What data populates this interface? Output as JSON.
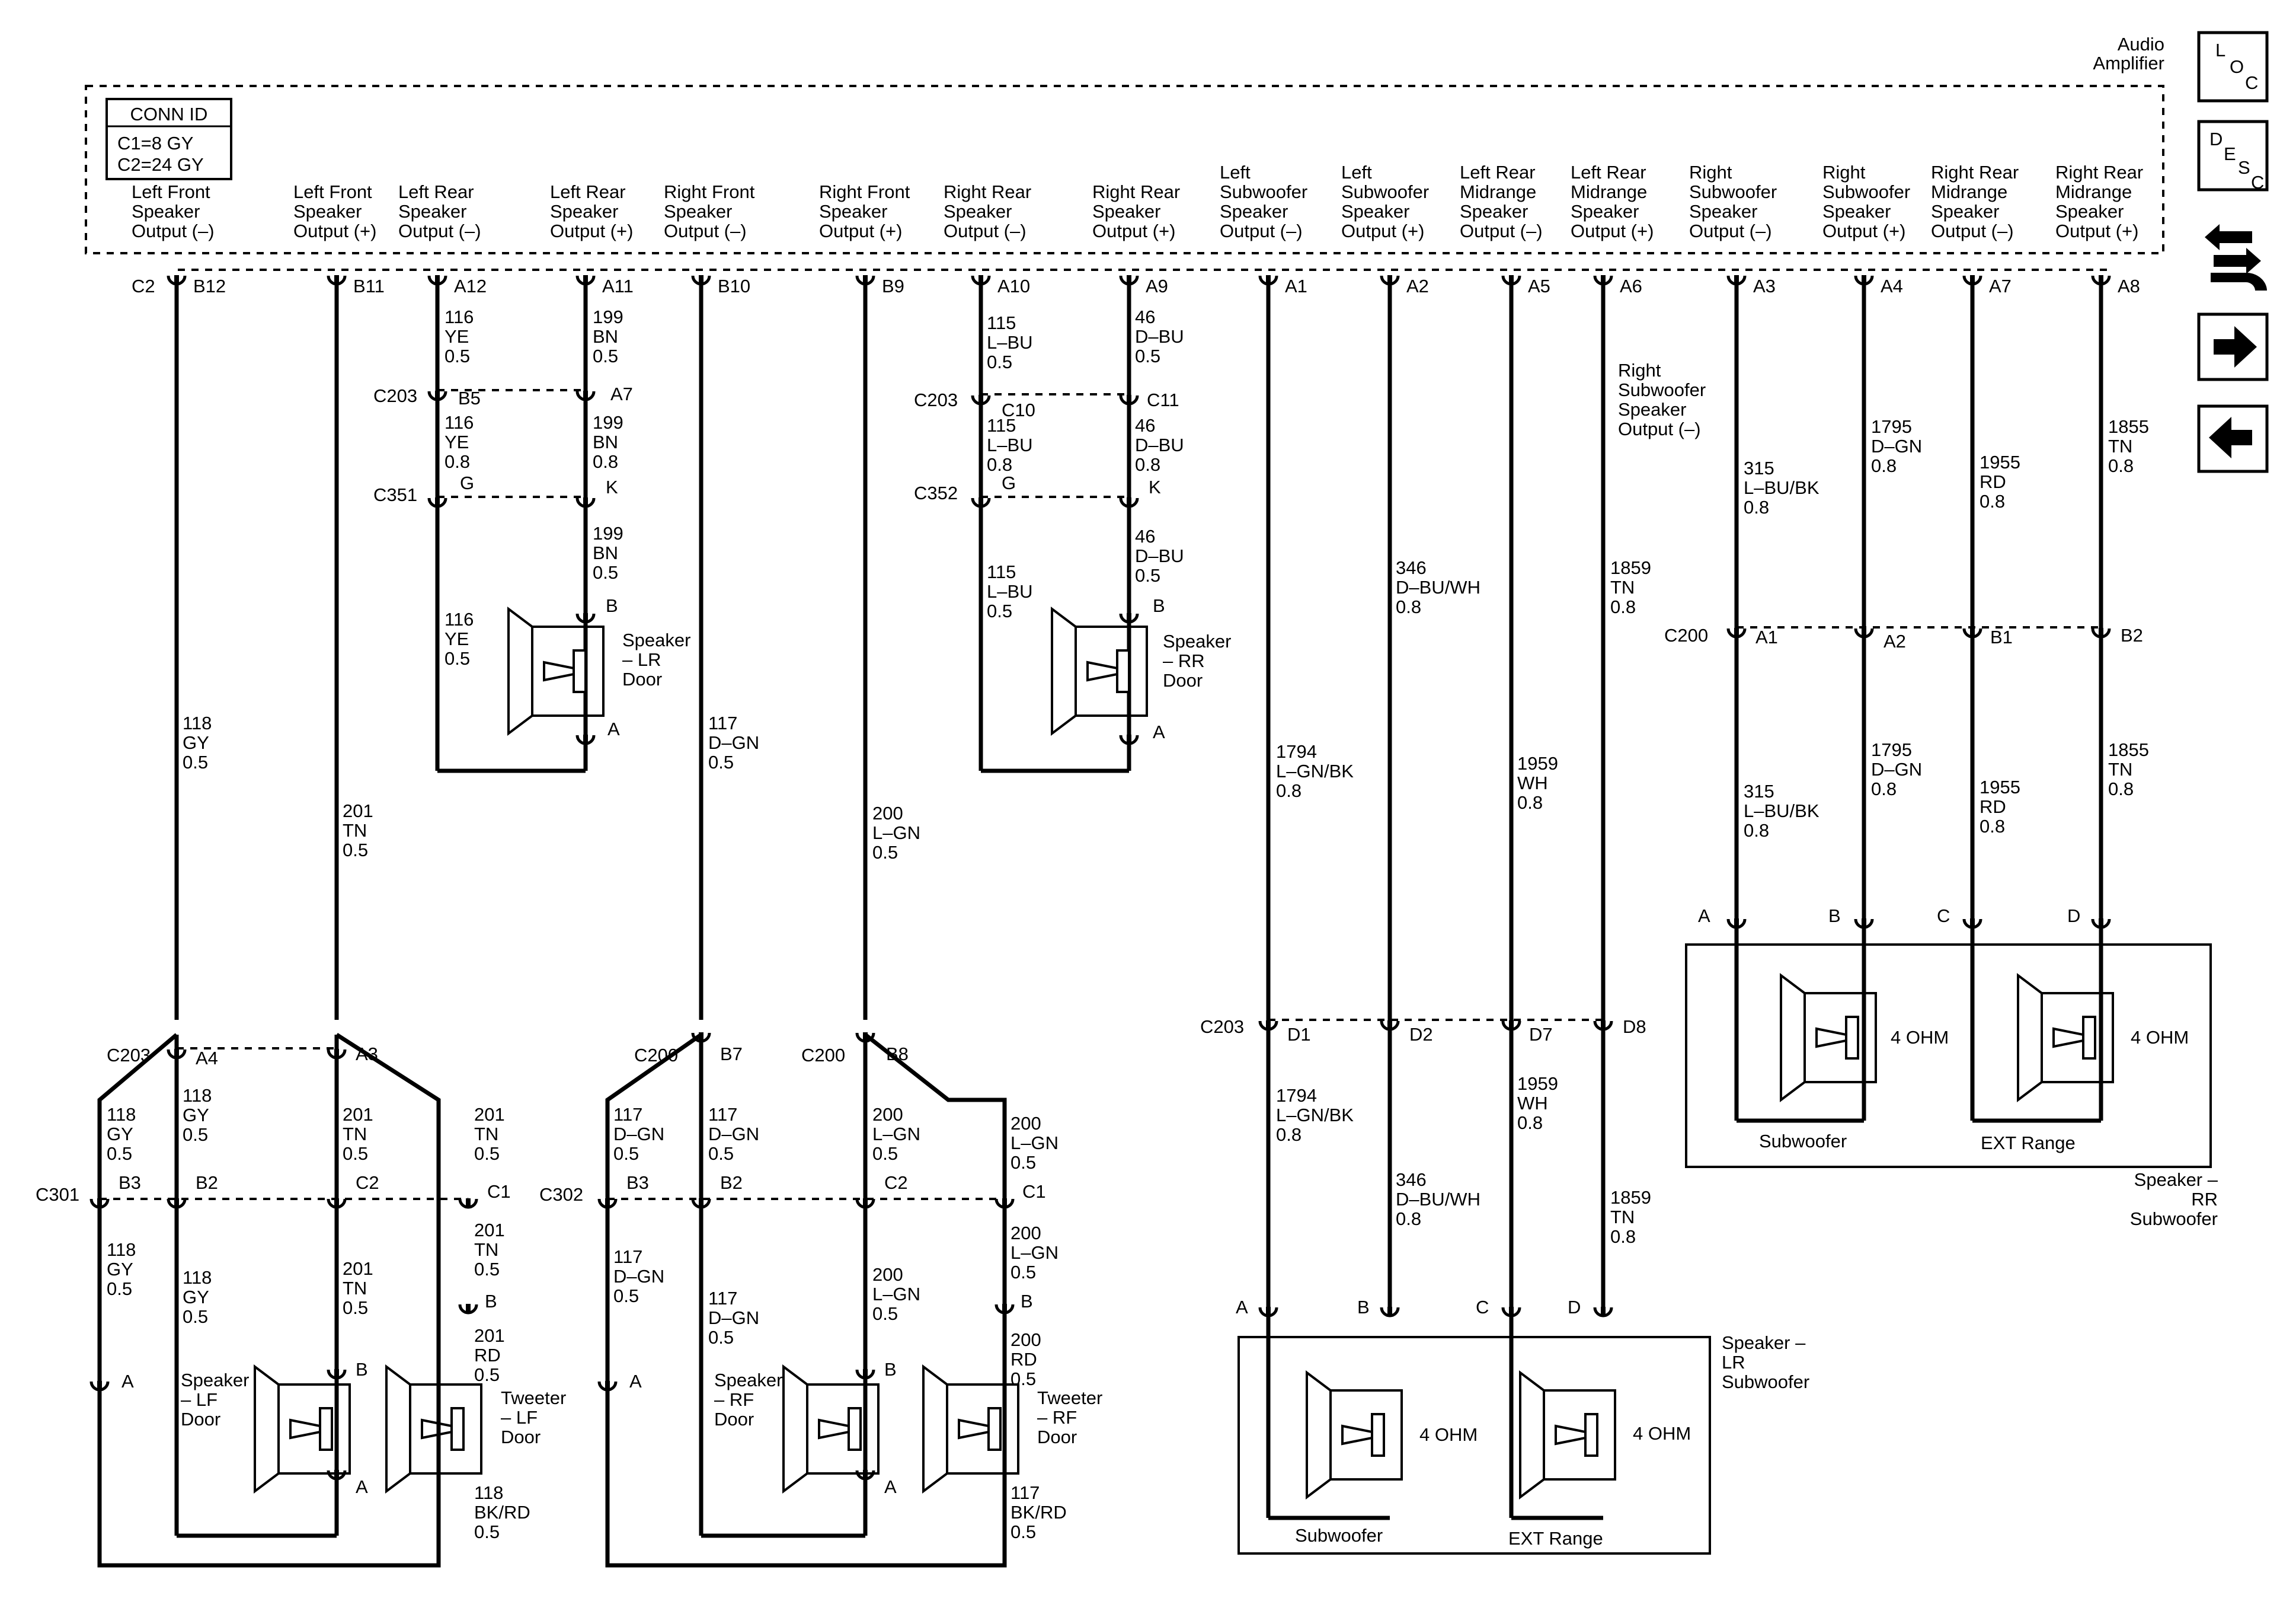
{
  "module": {
    "title": "Audio\nAmplifier"
  },
  "conn_id": {
    "header": "CONN ID",
    "lines": [
      "C1=8 GY",
      "C2=24 GY"
    ]
  },
  "outputs": [
    {
      "label": "Left Front\nSpeaker\nOutput (–)",
      "pin": "B12",
      "conn": "C2"
    },
    {
      "label": "Left Front\nSpeaker\nOutput (+)",
      "pin": "B11"
    },
    {
      "label": "Left Rear\nSpeaker\nOutput (–)",
      "pin": "A12"
    },
    {
      "label": "Left Rear\nSpeaker\nOutput (+)",
      "pin": "A11"
    },
    {
      "label": "Right Front\nSpeaker\nOutput (–)",
      "pin": "B10"
    },
    {
      "label": "Right Front\nSpeaker\nOutput (+)",
      "pin": "B9"
    },
    {
      "label": "Right Rear\nSpeaker\nOutput (–)",
      "pin": "A10"
    },
    {
      "label": "Right Rear\nSpeaker\nOutput (+)",
      "pin": "A9"
    },
    {
      "label": "Left\nSubwoofer\nSpeaker\nOutput (–)",
      "pin": "A1"
    },
    {
      "label": "Left\nSubwoofer\nSpeaker\nOutput (+)",
      "pin": "A2"
    },
    {
      "label": "Left Rear\nMidrange\nSpeaker\nOutput (–)",
      "pin": "A5"
    },
    {
      "label": "Left Rear\nMidrange\nSpeaker\nOutput (+)",
      "pin": "A6"
    },
    {
      "label": "Right\nSubwoofer\nSpeaker\nOutput (–)",
      "pin": "A3"
    },
    {
      "label": "Right\nSubwoofer\nSpeaker\nOutput (+)",
      "pin": "A4"
    },
    {
      "label": "Right Rear\nMidrange\nSpeaker\nOutput (–)",
      "pin": "A7"
    },
    {
      "label": "Right Rear\nMidrange\nSpeaker\nOutput (+)",
      "pin": "A8"
    }
  ],
  "annotation_right_sub_neg": "Right\nSubwoofer\nSpeaker\nOutput (–)",
  "connectors": {
    "C203_upper_L": {
      "name": "C203",
      "pins": [
        "B5",
        "A7"
      ]
    },
    "C351": {
      "name": "C351",
      "pins": [
        "G",
        "K"
      ]
    },
    "C203_upper_R": {
      "name": "C203",
      "pins": [
        "C10",
        "C11"
      ]
    },
    "C352": {
      "name": "C352",
      "pins": [
        "G",
        "K"
      ]
    },
    "C200_right": {
      "name": "C200",
      "pins": [
        "A1",
        "A2",
        "B1",
        "B2"
      ]
    },
    "C203_lower_L": {
      "name": "C203",
      "pins": [
        "A4",
        "A3"
      ]
    },
    "C200_lf1": {
      "name": "C200",
      "pins": [
        "B7"
      ]
    },
    "C200_lf2": {
      "name": "C200",
      "pins": [
        "B8"
      ]
    },
    "C203_mid": {
      "name": "C203",
      "pins": [
        "D1",
        "D2",
        "D7",
        "D8"
      ]
    },
    "C301": {
      "name": "C301",
      "pins": [
        "B3",
        "B2",
        "C2",
        "C1"
      ]
    },
    "C302": {
      "name": "C302",
      "pins": [
        "B3",
        "B2",
        "C2",
        "C1"
      ]
    }
  },
  "wires": {
    "w116a": "116\nYE\n0.5",
    "w199a": "199\nBN\n0.5",
    "w116b": "116\nYE\n0.8",
    "w199b": "199\nBN\n0.8",
    "w199c": "199\nBN\n0.5",
    "w116c": "116\nYE\n0.5",
    "w115a": "115\nL–BU\n0.5",
    "w46a": "46\nD–BU\n0.5",
    "w115b": "115\nL–BU\n0.8",
    "w46b": "46\nD–BU\n0.8",
    "w46c": "46\nD–BU\n0.5",
    "w115c": "115\nL–BU\n0.5",
    "w118a": "118\nGY\n0.5",
    "w201a": "201\nTN\n0.5",
    "w117a": "117\nD–GN\n0.5",
    "w200a": "200\nL–GN\n0.5",
    "w1794a": "1794\nL–GN/BK\n0.8",
    "w346a": "346\nD–BU/WH\n0.8",
    "w1959a": "1959\nWH\n0.8",
    "w1859a": "1859\nTN\n0.8",
    "w315a": "315\nL–BU/BK\n0.8",
    "w1795a": "1795\nD–GN\n0.8",
    "w1955a": "1955\nRD\n0.8",
    "w1855a": "1855\nTN\n0.8",
    "w315b": "315\nL–BU/BK\n0.8",
    "w1795b": "1795\nD–GN\n0.8",
    "w1955b": "1955\nRD\n0.8",
    "w1855b": "1855\nTN\n0.8",
    "w1794b": "1794\nL–GN/BK\n0.8",
    "w346b": "346\nD–BU/WH\n0.8",
    "w1959b": "1959\nWH\n0.8",
    "w1859b": "1859\nTN\n0.8",
    "w118b": "118\nGY\n0.5",
    "w118c": "118\nGY\n0.5",
    "w201b": "201\nTN\n0.5",
    "w201c": "201\nTN\n0.5",
    "w118d": "118\nGY\n0.5",
    "w118e": "118\nGY\n0.5",
    "w201d": "201\nTN\n0.5",
    "w201e": "201\nTN\n0.5",
    "w201rd": "201\nRD\n0.5",
    "w118bk": "118\nBK/RD\n0.5",
    "w117b": "117\nD–GN\n0.5",
    "w117c": "117\nD–GN\n0.5",
    "w200b": "200\nL–GN\n0.5",
    "w200c": "200\nL–GN\n0.5",
    "w117d": "117\nD–GN\n0.5",
    "w117e": "117\nD–GN\n0.5",
    "w200d": "200\nL–GN\n0.5",
    "w200e": "200\nL–GN\n0.5",
    "w200rd": "200\nRD\n0.5",
    "w117bk": "117\nBK/RD\n0.5"
  },
  "speakers": {
    "lr_door": "Speaker\n– LR\nDoor",
    "rr_door": "Speaker\n– RR\nDoor",
    "lf_door": "Speaker\n– LF\nDoor",
    "lf_tweeter": "Tweeter\n– LF\nDoor",
    "rf_door": "Speaker\n– RF\nDoor",
    "rf_tweeter": "Tweeter\n– RF\nDoor",
    "lr_sub_title": "Speaker –\nLR\nSubwoofer",
    "rr_sub_title": "Speaker –\nRR\nSubwoofer",
    "ohm": "4 OHM",
    "subwoofer": "Subwoofer",
    "ext_range": "EXT Range"
  },
  "pins": {
    "a": "A",
    "b": "B",
    "c": "C",
    "d": "D"
  },
  "nav": {
    "loc": [
      "L",
      "O",
      "C"
    ],
    "desc": [
      "D",
      "E",
      "S",
      "C"
    ]
  }
}
